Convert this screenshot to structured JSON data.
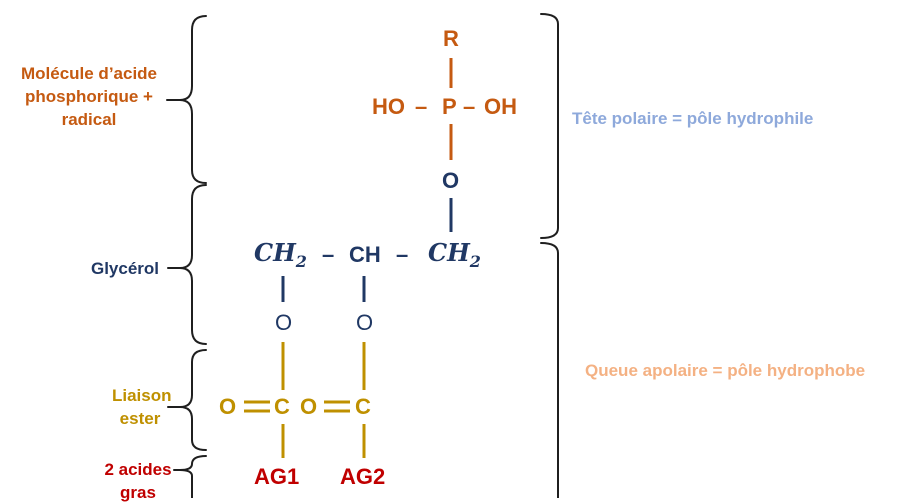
{
  "labels": {
    "phosphate": "Molécule d’acide phosphorique + radical",
    "glycerol": "Glycérol",
    "ester": "Liaison ester",
    "fatty_acids": "2 acides gras",
    "polar_head": "Tête polaire = pôle hydrophile",
    "apolar_tail": "Queue apolaire = pôle hydrophobe"
  },
  "molecule": {
    "r": "R",
    "ho": "HO",
    "dash": "–",
    "p": "P",
    "oh": "OH",
    "o_link": "O",
    "ch2_base": "CH",
    "ch2_sub": "2",
    "ch": "CH",
    "o_ester": "O",
    "carbonyl_o": "O",
    "carbon": "C",
    "ag1": "AG1",
    "ag2": "AG2"
  },
  "colors": {
    "phosphate": "#C55A11",
    "glycerol": "#203864",
    "ester": "#BF9000",
    "fatty_acids": "#C00000",
    "polar_head": "#8EA9DB",
    "apolar_tail": "#F4B183",
    "brace": "#1F1F1F"
  }
}
